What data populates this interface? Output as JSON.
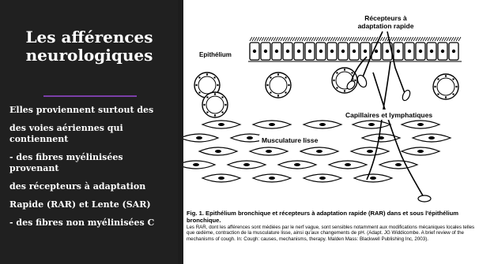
{
  "slide": {
    "title": "Les afférences neurologiques",
    "accent_color": "#7b3fa8",
    "bullets": [
      "Elles proviennent surtout des",
      "des voies aériennes qui",
      "contiennent",
      "- des fibres myélinisées",
      "provenant",
      "des récepteurs à adaptation",
      "Rapide (RAR) et Lente (SAR)",
      "- des fibres non myélinisées C"
    ]
  },
  "figure": {
    "labels": {
      "receptors": [
        "Récepteurs à",
        "adaptation rapide"
      ],
      "epithelium": "Epithélium",
      "capillaries": "Capillaires et lymphatiques",
      "muscle": "Musculature lisse"
    },
    "caption": {
      "title": "Fig. 1. Epithélium bronchique et récepteurs à adaptation rapide (RAR) dans et sous l'épithélium bronchique.",
      "body": "Les RAR, dont les afférences sont médiées par le nerf vague, sont sensibles notamment aux modifications mécaniques locales telles que œdème, contraction de la musculature lisse, ainsi qu'aux changements de pH. (Adapt. JG Widdicombe. A brief review of the mechanisms of cough. In: Cough: causes, mechanisms, therapy. Malden Mass: Blackwell Publishing Inc, 2003)."
    }
  }
}
